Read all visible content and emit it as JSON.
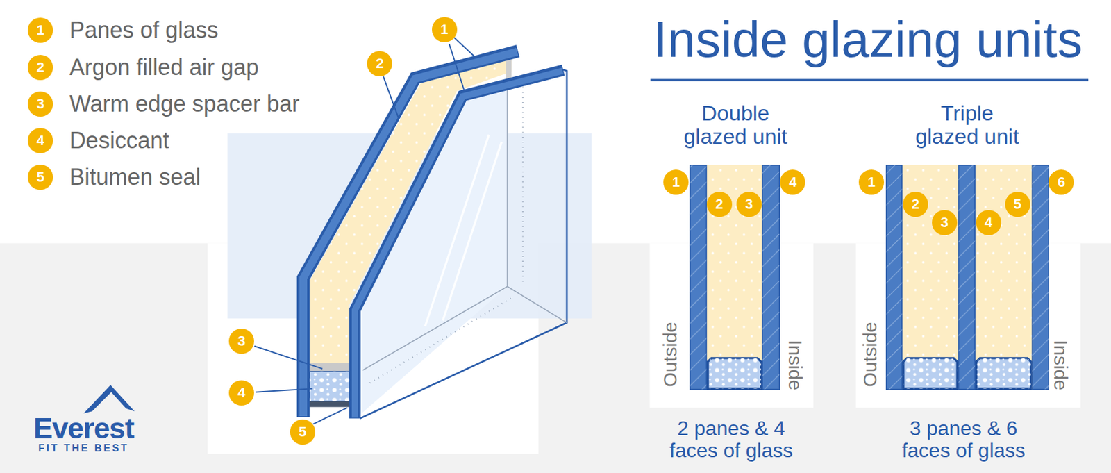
{
  "diagram": {
    "title": "Inside glazing units",
    "labels": [
      "1",
      "Panes of glass",
      "2",
      "Argon filled air gap",
      "3",
      "Warm edge spacer bar",
      "4",
      "Desiccant",
      "5",
      "Bitumen seal",
      "1",
      "2",
      "3",
      "4",
      "5",
      "Double glazed unit",
      "1",
      "2",
      "3",
      "4",
      "Outside",
      "Inside",
      "2 panes & 4 faces of glass",
      "Triple glazed unit",
      "1",
      "2",
      "3",
      "4",
      "5",
      "6",
      "Outside",
      "Inside",
      "3 panes & 6 faces of glass",
      "Everest",
      "FIT THE BEST"
    ]
  }
}
